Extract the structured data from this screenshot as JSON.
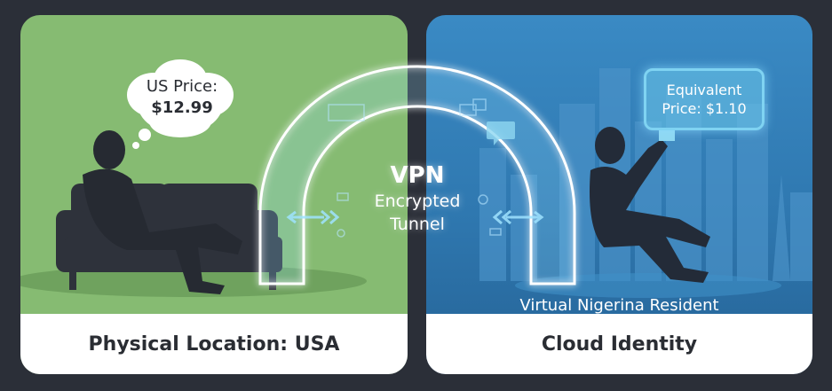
{
  "left_panel": {
    "label": "Physical Location: USA",
    "thought_bubble": {
      "line1": "US Price:",
      "line2": "$12.99"
    },
    "background_color": "#86bb72"
  },
  "right_panel": {
    "label": "Cloud Identity",
    "price_box": {
      "line1": "Equivalent",
      "line2": "Price: $1.10"
    },
    "caption": "Virtual Nigerina Resident",
    "background_color": "#3a8ac4"
  },
  "tunnel": {
    "title": "VPN",
    "subtitle_line1": "Encrypted",
    "subtitle_line2": "Tunnel",
    "glow_color": "#9fe3ff"
  },
  "icons": [
    "thought-bubble-icon",
    "person-on-sofa-icon",
    "person-floating-icon",
    "city-skyline-icon",
    "data-arrow-icon",
    "chat-bubble-icon",
    "window-icon"
  ]
}
